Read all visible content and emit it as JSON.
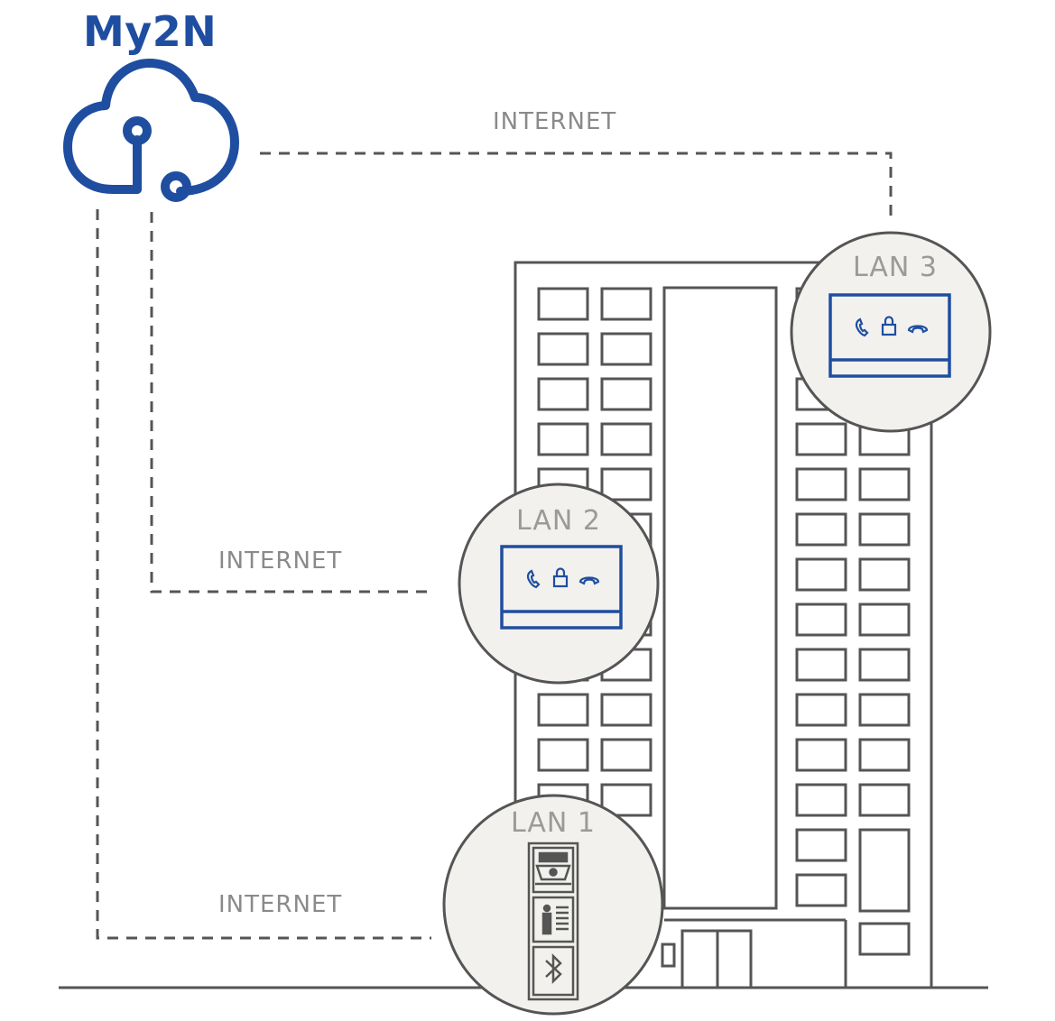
{
  "brand": {
    "name": "My2N",
    "color": "#1f4ea1"
  },
  "connections": {
    "top_label": "INTERNET",
    "middle_label": "INTERNET",
    "bottom_label": "INTERNET"
  },
  "lans": {
    "lan3": {
      "label": "LAN 3",
      "device": "answering-unit"
    },
    "lan2": {
      "label": "LAN 2",
      "device": "answering-unit"
    },
    "lan1": {
      "label": "LAN 1",
      "device": "intercom-modules"
    }
  },
  "icons": [
    "cloud-icon",
    "phone-icon",
    "lock-icon",
    "hangup-icon",
    "camera-module-icon",
    "keypad-module-icon",
    "bluetooth-icon"
  ],
  "colors": {
    "accent": "#1f4ea1",
    "line": "#555555",
    "circle_fill": "#f2f1ed",
    "label": "#8a8a8a"
  }
}
